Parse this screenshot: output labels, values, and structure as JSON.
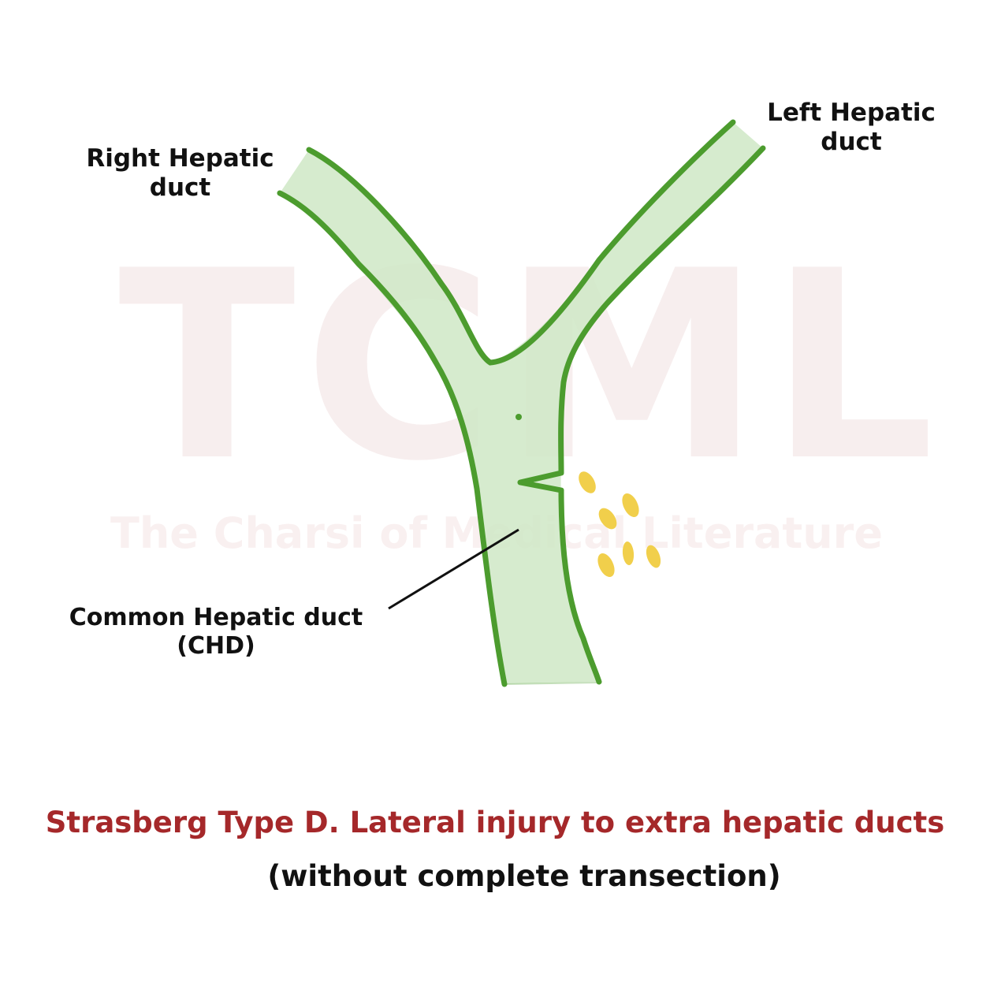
{
  "watermark": {
    "logo": "TCML",
    "tagline": "The Charsi of Medical Literature"
  },
  "labels": {
    "right_hepatic": [
      "Right Hepatic",
      "duct"
    ],
    "left_hepatic": [
      "Left Hepatic",
      "duct"
    ],
    "common_hepatic": [
      "Common Hepatic duct",
      "(CHD)"
    ]
  },
  "caption": {
    "title": "Strasberg Type D. Lateral injury to extra hepatic ducts",
    "subtitle": "(without complete transection)"
  },
  "colors": {
    "duct_fill": "#cfe8c6",
    "duct_outline": "#4c9c2e",
    "bile_leak": "#f1cf4b",
    "caption_red": "#a5282a",
    "label_text": "#111111"
  }
}
